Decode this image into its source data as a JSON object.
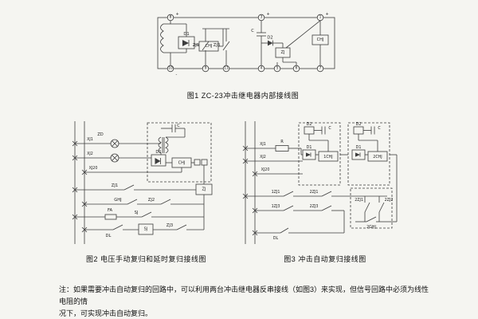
{
  "page": {
    "background": "#f5f5f1"
  },
  "fig1": {
    "caption": "图1  ZC-23冲击继电器内部接线图",
    "labels": {
      "plus": "+",
      "minus": "-",
      "t8": "8",
      "t3": "3",
      "t1": "1",
      "t10": "10",
      "t9": "9",
      "t11": "11",
      "t4": "4",
      "t5": "5",
      "t6": "6",
      "t7": "7",
      "d1": "D1",
      "chj_left": "CHJ",
      "zj1": "ZJ1",
      "zj3": "ZJ3",
      "c": "C",
      "d2": "D2",
      "zj": "ZJ",
      "chj_right": "CHJ"
    }
  },
  "fig2": {
    "caption": "图2  电压手动复归和延时复归接线图",
    "labels": {
      "zd": "ZD",
      "xj1": "XJ1",
      "xj2": "XJ2",
      "xj20": "XJ20",
      "c": "C",
      "d1": "D1",
      "chj": "CHJ",
      "zj1": "ZJ1",
      "zj": "ZJ",
      "ghj": "GHJ",
      "zj2": "ZJ2",
      "fa": "FA",
      "sj": "SJ",
      "sj_box": "SJ",
      "zj3": "ZJ3",
      "dl": "DL"
    }
  },
  "fig3": {
    "caption": "图3  冲击自动复归接线图",
    "labels": {
      "xj1": "XJ1",
      "r": "R",
      "xj2": "XJ2",
      "xj20": "XJ20",
      "d2_a": "D2",
      "c_a": "C",
      "d1_a": "D1",
      "chj_1": "1CHJ",
      "d2_b": "D2",
      "c_b": "C",
      "d1_b": "D1",
      "chj_2": "2CHJ",
      "zj1_a": "1ZJ1",
      "zj1_b": "2ZJ1",
      "zj3_a": "1ZJ3",
      "zj3_b": "2ZJ3",
      "zj1_c": "2ZJ1",
      "zj2_c": "2ZJ2",
      "ghj": "2GHJ",
      "dl": "DL"
    }
  },
  "note": {
    "line1": "注：如果需要冲击自动复归的回路中，可以利用两台冲击继电器反串接线（如图3）来实现，但信号回路中必须为线性电阻的情",
    "line2": "况下，可实现冲击自动复归。"
  }
}
